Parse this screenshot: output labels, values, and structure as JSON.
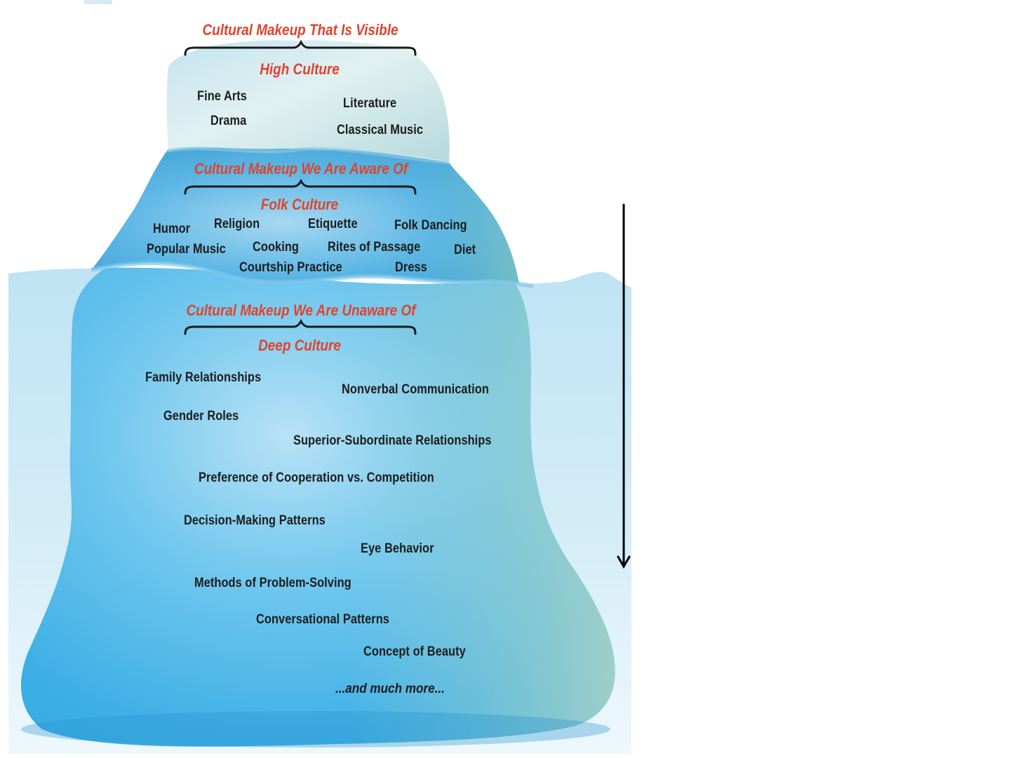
{
  "sections": {
    "visible": {
      "heading": "Cultural Makeup That Is Visible",
      "category": "High Culture",
      "items": [
        "Fine Arts",
        "Literature",
        "Drama",
        "Classical Music"
      ]
    },
    "aware": {
      "heading": "Cultural Makeup We Are Aware Of",
      "category": "Folk Culture",
      "items": [
        "Humor",
        "Religion",
        "Etiquette",
        "Folk Dancing",
        "Popular Music",
        "Cooking",
        "Rites of Passage",
        "Diet",
        "Courtship Practice",
        "Dress"
      ]
    },
    "unaware": {
      "heading": "Cultural Makeup We Are Unaware Of",
      "category": "Deep Culture",
      "items": [
        "Family Relationships",
        "Nonverbal Communication",
        "Gender Roles",
        "Superior-Subordinate Relationships",
        "Preference of Cooperation vs. Competition",
        "Decision-Making Patterns",
        "Eye Behavior",
        "Methods of Problem-Solving",
        "Conversational Patterns",
        "Concept of Beauty"
      ],
      "more": "...and much more..."
    }
  },
  "colors": {
    "heading": "#e0432c",
    "text": "#1c1c1c",
    "ice_top": "#d6ecef",
    "ice_mid": "#5fb3dd",
    "ice_deep": "#35aee6",
    "water": "#a9d6f0",
    "arrow": "#000000"
  },
  "icons": {
    "arrow": "arrow-down-icon",
    "brace": "curly-brace-icon"
  }
}
